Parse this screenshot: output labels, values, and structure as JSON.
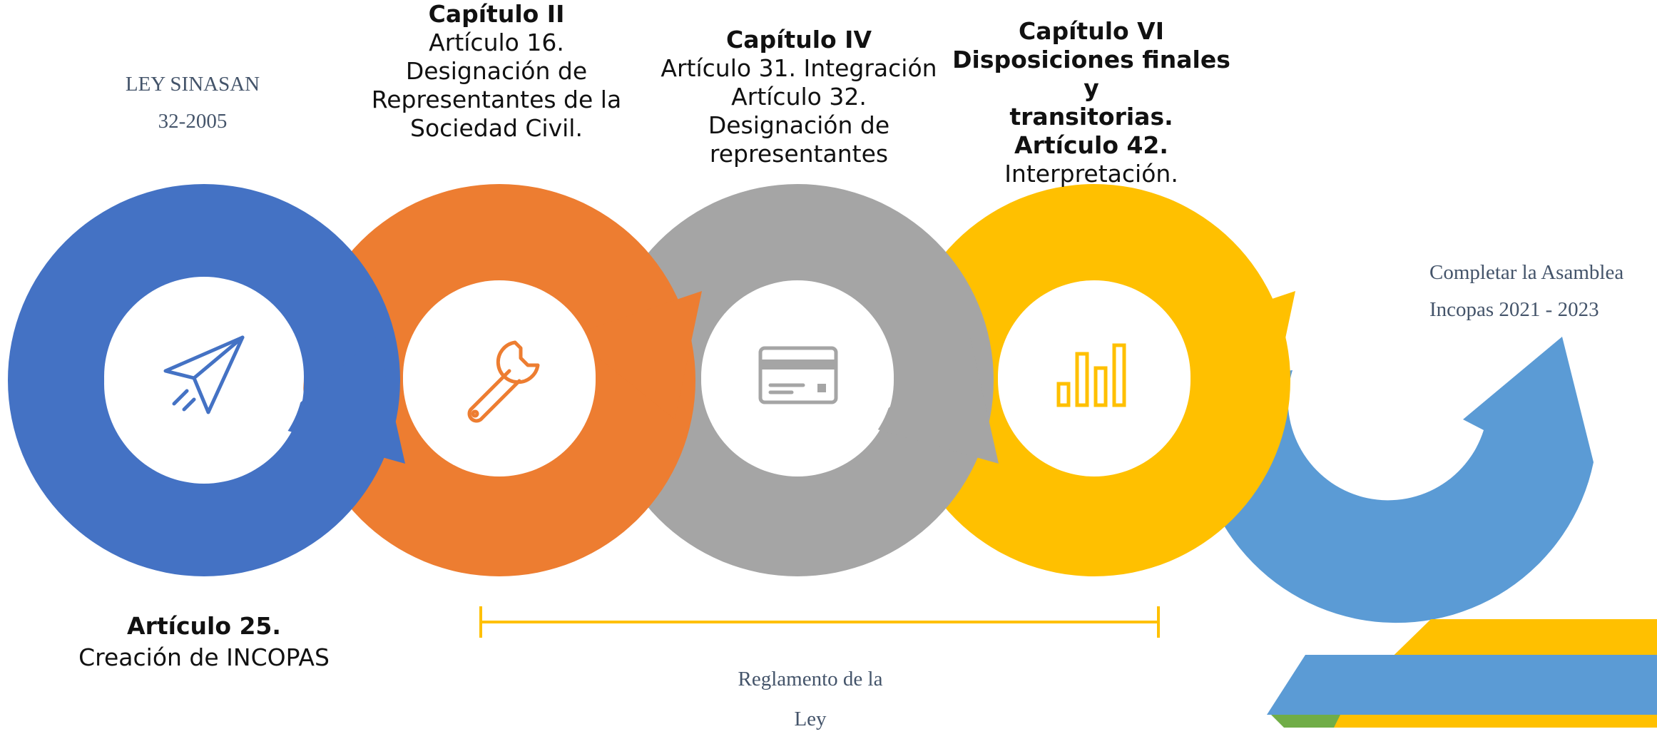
{
  "colors": {
    "blue": "#4472c4",
    "orange": "#ed7d31",
    "gray": "#a5a5a5",
    "gold": "#ffc000",
    "light_blue": "#5b9bd5",
    "green": "#70ad47",
    "serif_text": "#44546a"
  },
  "ley": {
    "line1": "LEY SINASAN",
    "line2": "32-2005"
  },
  "cap2": {
    "title": "Capítulo II",
    "line1": "Artículo 16.",
    "line2": "Designación de",
    "line3": "Representantes de la",
    "line4": "Sociedad Civil."
  },
  "cap4": {
    "title": "Capítulo IV",
    "line1": "Artículo 31. Integración",
    "line2": "Artículo 32.",
    "line3": "Designación de",
    "line4": "representantes"
  },
  "cap6": {
    "title": "Capítulo VI",
    "line1": "Disposiciones finales y",
    "line2": "transitorias.",
    "line3": "Artículo 42.",
    "line4": "Interpretación."
  },
  "asamblea": {
    "line1": "Completar la Asamblea",
    "line2": "Incopas 2021 - 2023"
  },
  "art25": {
    "title": "Artículo 25.",
    "line1": "Creación de INCOPAS"
  },
  "reglamento": {
    "line1": "Reglamento de la",
    "line2": "Ley"
  },
  "icons": [
    "paper-plane-icon",
    "wrench-icon",
    "credit-card-icon",
    "bar-chart-icon"
  ]
}
